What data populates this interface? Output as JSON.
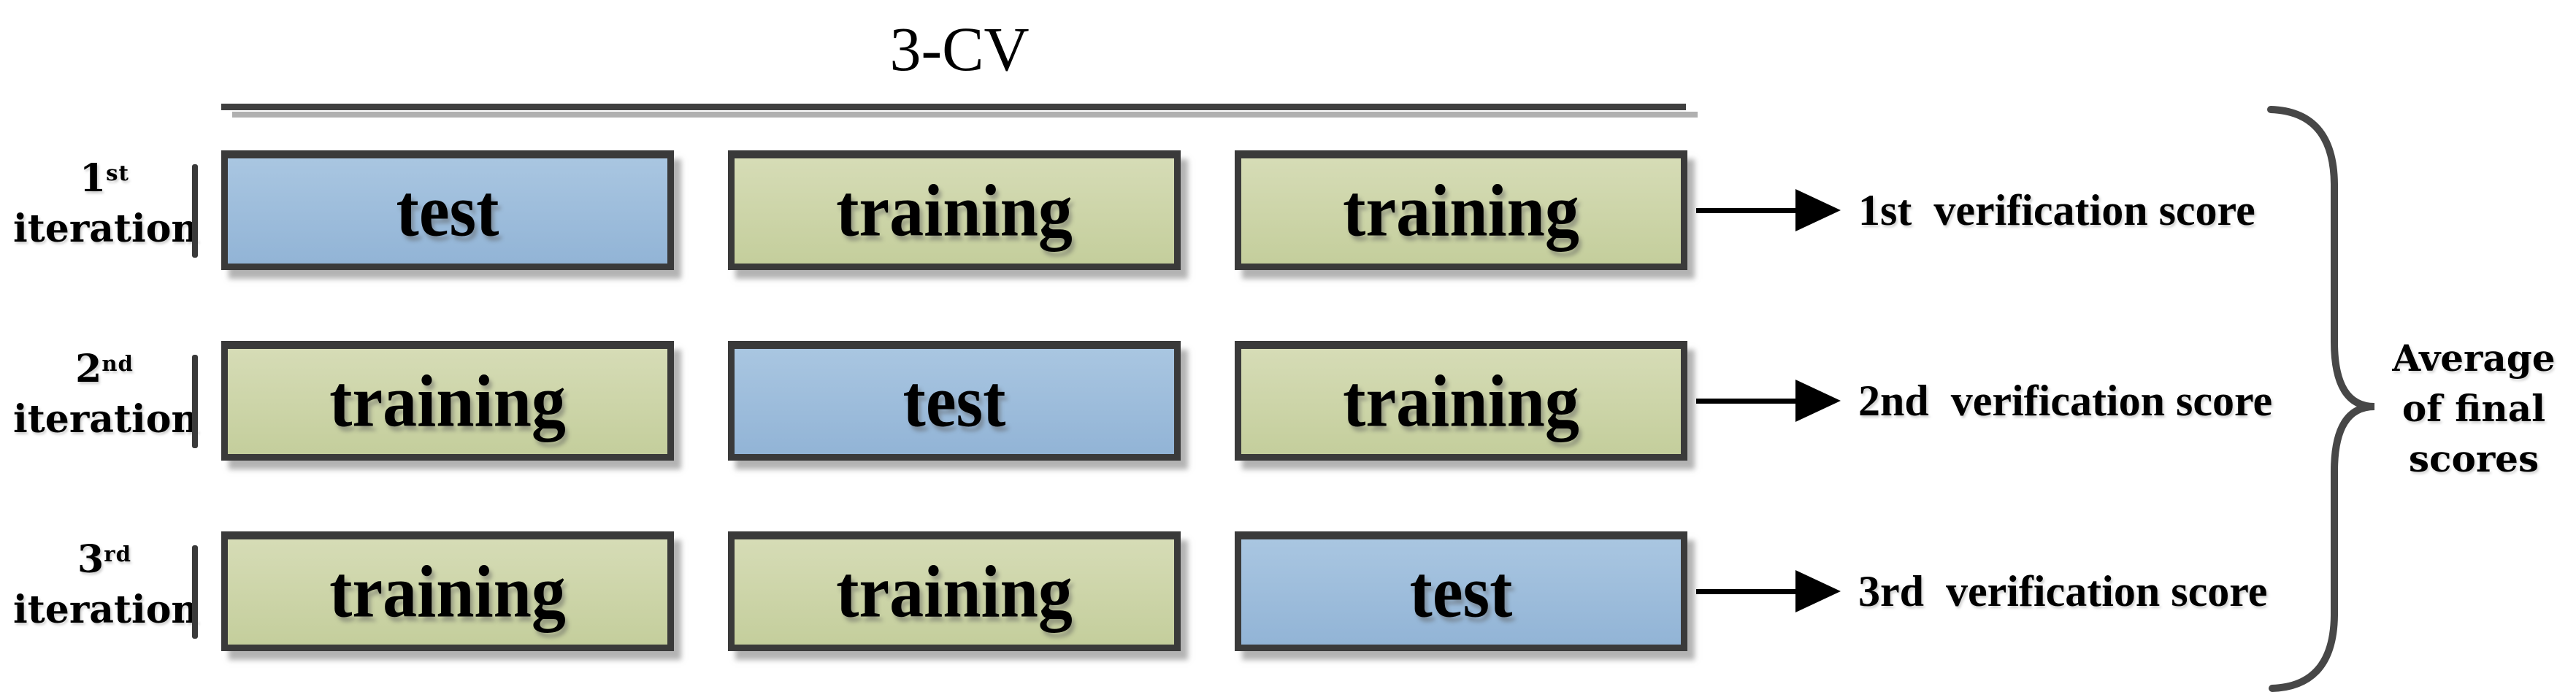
{
  "title": "3-CV",
  "colors": {
    "test_box_top": "#a9c6e1",
    "test_box_bottom": "#92b4d6",
    "training_box_top": "#d6dcb6",
    "training_box_bottom": "#c4ce9c",
    "box_border": "#3a3a3a",
    "rule_dark": "#3f3f3f",
    "rule_light": "#b0b0b0",
    "brace": "#474747",
    "arrow": "#000000",
    "text": "#000000",
    "background": "#ffffff"
  },
  "rows": [
    {
      "label": {
        "num": "1",
        "suffix": "st",
        "word": "iteration"
      },
      "boxes": [
        {
          "text": "test",
          "type": "test"
        },
        {
          "text": "training",
          "type": "training"
        },
        {
          "text": "training",
          "type": "training"
        }
      ],
      "score": "1st  verification score"
    },
    {
      "label": {
        "num": "2",
        "suffix": "nd",
        "word": "iteration"
      },
      "boxes": [
        {
          "text": "training",
          "type": "training"
        },
        {
          "text": "test",
          "type": "test"
        },
        {
          "text": "training",
          "type": "training"
        }
      ],
      "score": "2nd  verification score"
    },
    {
      "label": {
        "num": "3",
        "suffix": "rd",
        "word": "iteration"
      },
      "boxes": [
        {
          "text": "training",
          "type": "training"
        },
        {
          "text": "training",
          "type": "training"
        },
        {
          "text": "test",
          "type": "test"
        }
      ],
      "score": "3rd  verification score"
    }
  ],
  "brace_label": {
    "line1": "Average",
    "line2": "of final",
    "line3": "scores"
  }
}
